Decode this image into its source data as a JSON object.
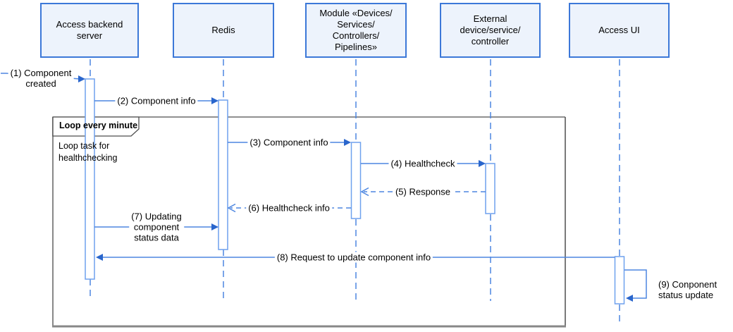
{
  "colors": {
    "line_blue": "#4d86e0",
    "arrow_blue": "#2a66cc",
    "activation_border": "#6fa1ee",
    "participant_fill": "#edf3fc",
    "participant_border": "#3c78d8",
    "frame_gray": "#888888",
    "frame_dark": "#4d4d4d",
    "text": "#000000"
  },
  "participants": [
    {
      "id": "access-backend-server",
      "label": "Access backend\nserver"
    },
    {
      "id": "redis",
      "label": "Redis"
    },
    {
      "id": "module-devices-services",
      "label": "Module «Devices/\nServices/\nControllers/\nPipelines»"
    },
    {
      "id": "external-device-service-controller",
      "label": "External\ndevice/service/\ncontroller"
    },
    {
      "id": "access-ui",
      "label": "Access UI"
    }
  ],
  "loop_frame": {
    "title": "Loop every minute",
    "note": "Loop task for\nhealthchecking"
  },
  "messages": [
    {
      "label": "(1) Component\ncreated",
      "from": "found",
      "to": "Access backend server",
      "style": "solid-filled-arrow"
    },
    {
      "label": "(2) Component info",
      "from": "Access backend server",
      "to": "Redis",
      "style": "solid-filled-arrow"
    },
    {
      "label": "(3) Component info",
      "from": "Redis",
      "to": "Module «Devices/Services/Controllers/Pipelines»",
      "style": "solid-filled-arrow"
    },
    {
      "label": "(4) Healthcheck",
      "from": "Module «Devices/Services/Controllers/Pipelines»",
      "to": "External device/service/controller",
      "style": "solid-filled-arrow"
    },
    {
      "label": "(5) Response",
      "from": "External device/service/controller",
      "to": "Module «Devices/Services/Controllers/Pipelines»",
      "style": "dashed-open-arrow"
    },
    {
      "label": "(6) Healthcheck info",
      "from": "Module «Devices/Services/Controllers/Pipelines»",
      "to": "Redis",
      "style": "dashed-open-arrow"
    },
    {
      "label": "(7) Updating\ncomponent\nstatus data",
      "from": "Access backend server",
      "to": "Redis",
      "style": "solid-filled-arrow"
    },
    {
      "label": "(8) Request to update component info",
      "from": "Access UI",
      "to": "Access backend server",
      "style": "solid-filled-arrow"
    },
    {
      "label": "(9) Conponent\nstatus update",
      "from": "Access UI",
      "to": "Access UI",
      "style": "self-message"
    }
  ]
}
